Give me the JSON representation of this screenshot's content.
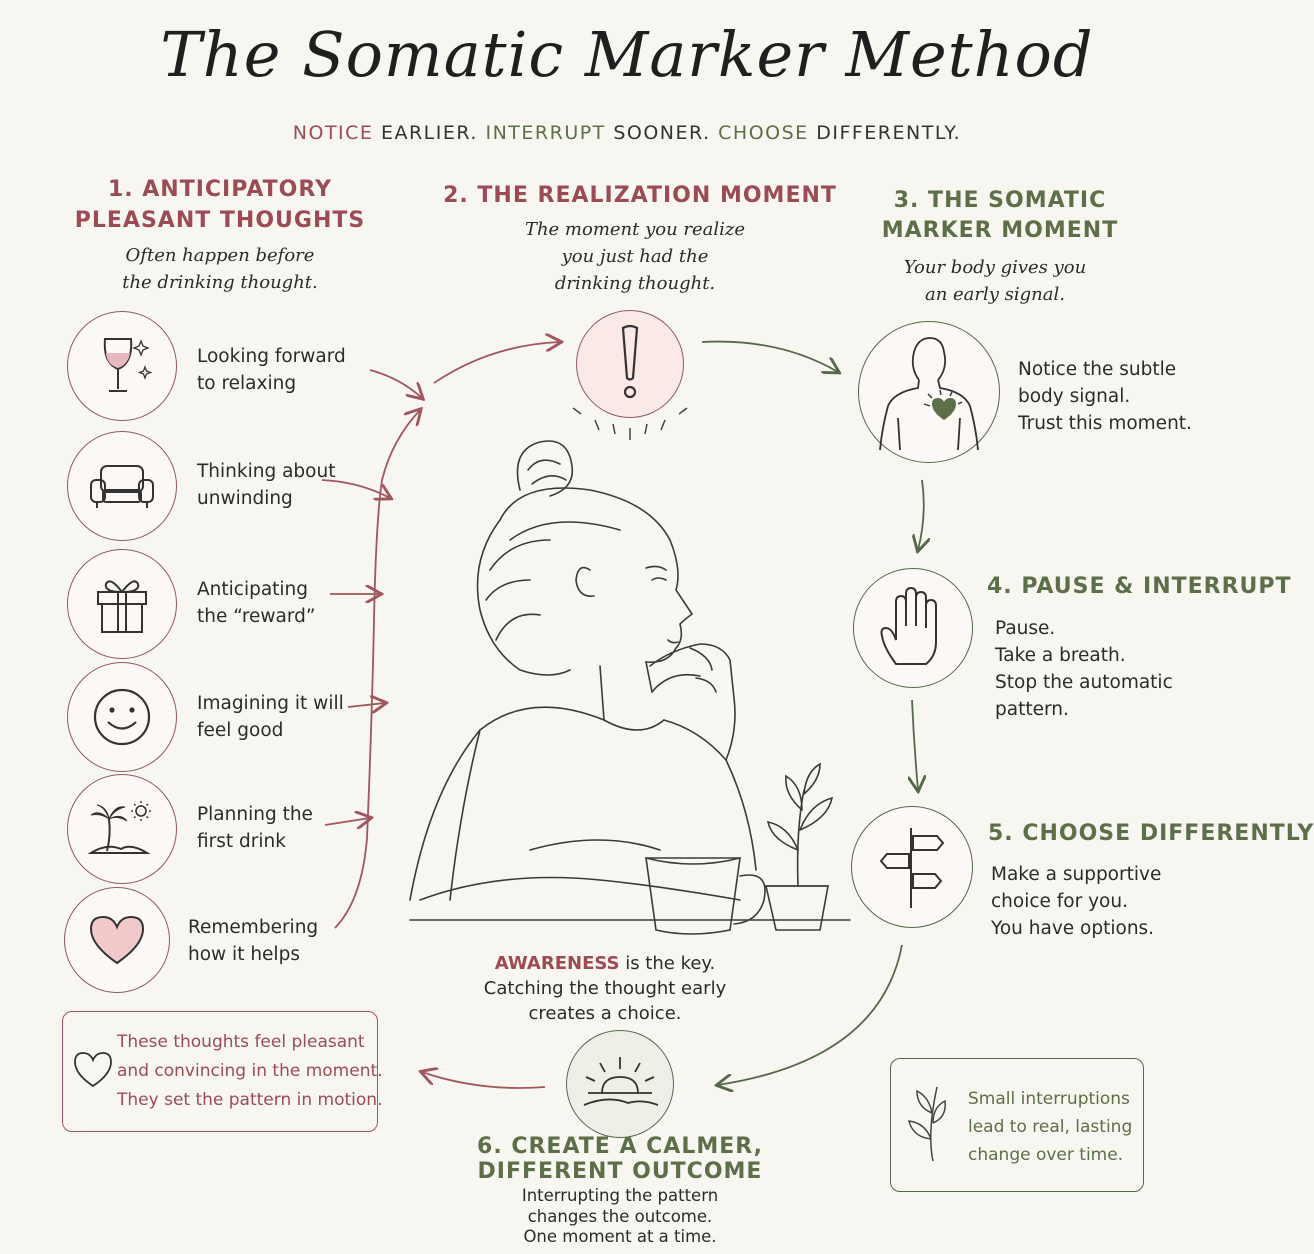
{
  "title": "The Somatic Marker Method",
  "subtitle": {
    "w1": "NOTICE",
    "t1": " EARLIER. ",
    "w2": "INTERRUPT",
    "t2": " SOONER. ",
    "w3": "CHOOSE",
    "t3": " DIFFERENTLY."
  },
  "step1": {
    "heading_line1": "1. ANTICIPATORY",
    "heading_line2": "PLEASANT THOUGHTS",
    "desc_line1": "Often happen before",
    "desc_line2": "the drinking thought.",
    "items": [
      {
        "line1": "Looking forward",
        "line2": "to relaxing",
        "icon": "wine-glass-icon"
      },
      {
        "line1": "Thinking about",
        "line2": "unwinding",
        "icon": "armchair-icon"
      },
      {
        "line1": "Anticipating",
        "line2": "the “reward”",
        "icon": "gift-icon"
      },
      {
        "line1": "Imagining it will",
        "line2": "feel good",
        "icon": "smiley-icon"
      },
      {
        "line1": "Planning the",
        "line2": "first drink",
        "icon": "palm-tree-icon"
      },
      {
        "line1": "Remembering",
        "line2": "how it helps",
        "icon": "heart-icon"
      }
    ]
  },
  "step2": {
    "heading": "2. THE REALIZATION MOMENT",
    "desc_line1": "The moment you realize",
    "desc_line2": "you just had the",
    "desc_line3": "drinking thought."
  },
  "step3": {
    "heading_line1": "3. THE SOMATIC",
    "heading_line2": "MARKER MOMENT",
    "desc_line1": "Your body gives you",
    "desc_line2": "an early signal.",
    "body_line1": "Notice the subtle",
    "body_line2": "body signal.",
    "body_line3": "Trust this moment."
  },
  "step4": {
    "heading": "4. PAUSE & INTERRUPT",
    "body_line1": "Pause.",
    "body_line2": "Take a breath.",
    "body_line3": "Stop the automatic",
    "body_line4": "pattern."
  },
  "step5": {
    "heading": "5. CHOOSE DIFFERENTLY",
    "body_line1": "Make a supportive",
    "body_line2": "choice for you.",
    "body_line3": "You have options."
  },
  "step6": {
    "heading_line1": "6. CREATE A CALMER,",
    "heading_line2": "DIFFERENT OUTCOME",
    "body_line1": "Interrupting the pattern",
    "body_line2": "changes the outcome.",
    "body_line3": "One moment at a time."
  },
  "awareness": {
    "keyword": "AWARENESS",
    "rest": " is the key.",
    "line2": "Catching the thought early",
    "line3": "creates a choice."
  },
  "left_box": {
    "line1": "These thoughts feel pleasant",
    "line2": "and convincing in the moment.",
    "line3": "They set the pattern in motion."
  },
  "right_box": {
    "line1": "Small interruptions",
    "line2": "lead to real, lasting",
    "line3": "change over time."
  },
  "colors": {
    "rose": "#9b4b54",
    "sage": "#5d6f48",
    "background": "#f8f6f1",
    "ink": "#2b2b2b"
  }
}
